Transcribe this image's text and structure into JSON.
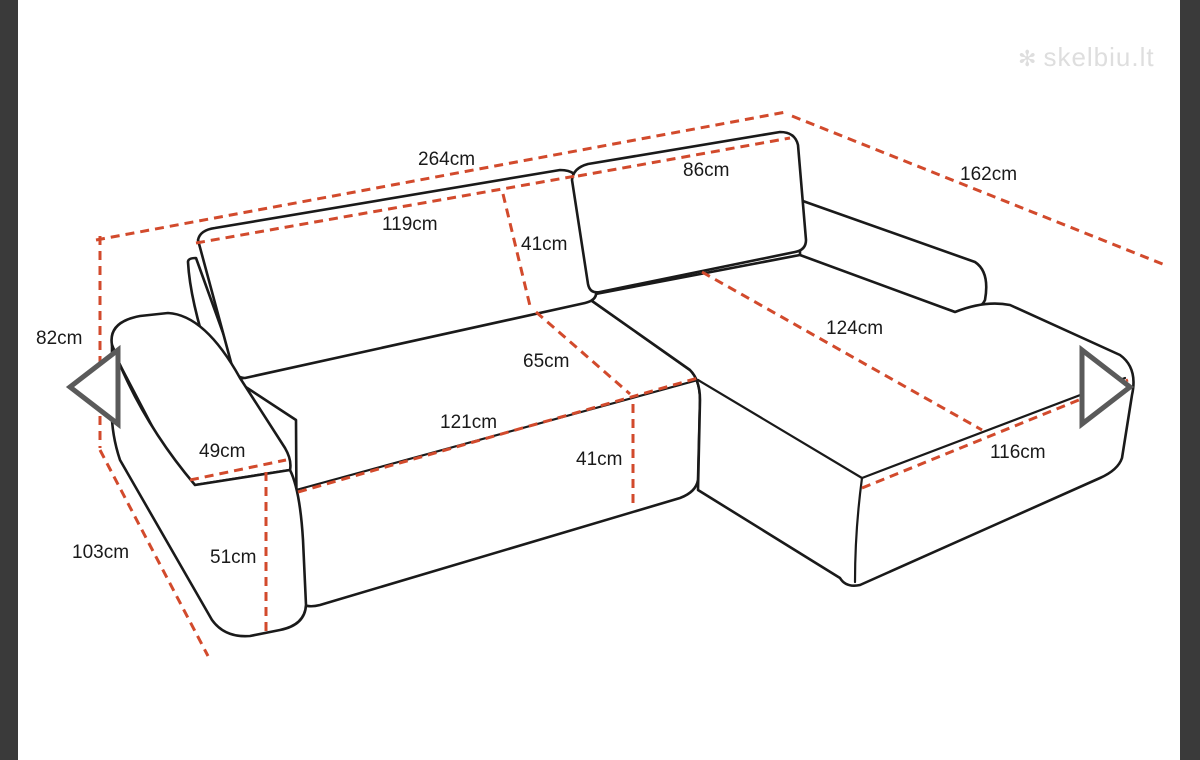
{
  "watermark": {
    "icon": "dots-logo-icon",
    "text": "skelbiu.lt"
  },
  "navigation": {
    "prev": "chevron-left-icon",
    "next": "chevron-right-icon"
  },
  "colors": {
    "dimension": "#d24a2c",
    "outline": "#1a1a1a",
    "background": "#ffffff",
    "frame": "#3a3a3a"
  },
  "dimensions": {
    "total_width": "264cm",
    "chaise_depth": "162cm",
    "back_cushion_left": "119cm",
    "back_cushion_right": "86cm",
    "back_cushion_height": "41cm",
    "overall_height": "82cm",
    "seat_depth": "65cm",
    "chaise_length": "124cm",
    "seat_width": "121cm",
    "seat_height": "41cm",
    "armrest_width": "49cm",
    "armrest_height": "51cm",
    "overall_depth": "103cm",
    "chaise_width": "116cm"
  }
}
